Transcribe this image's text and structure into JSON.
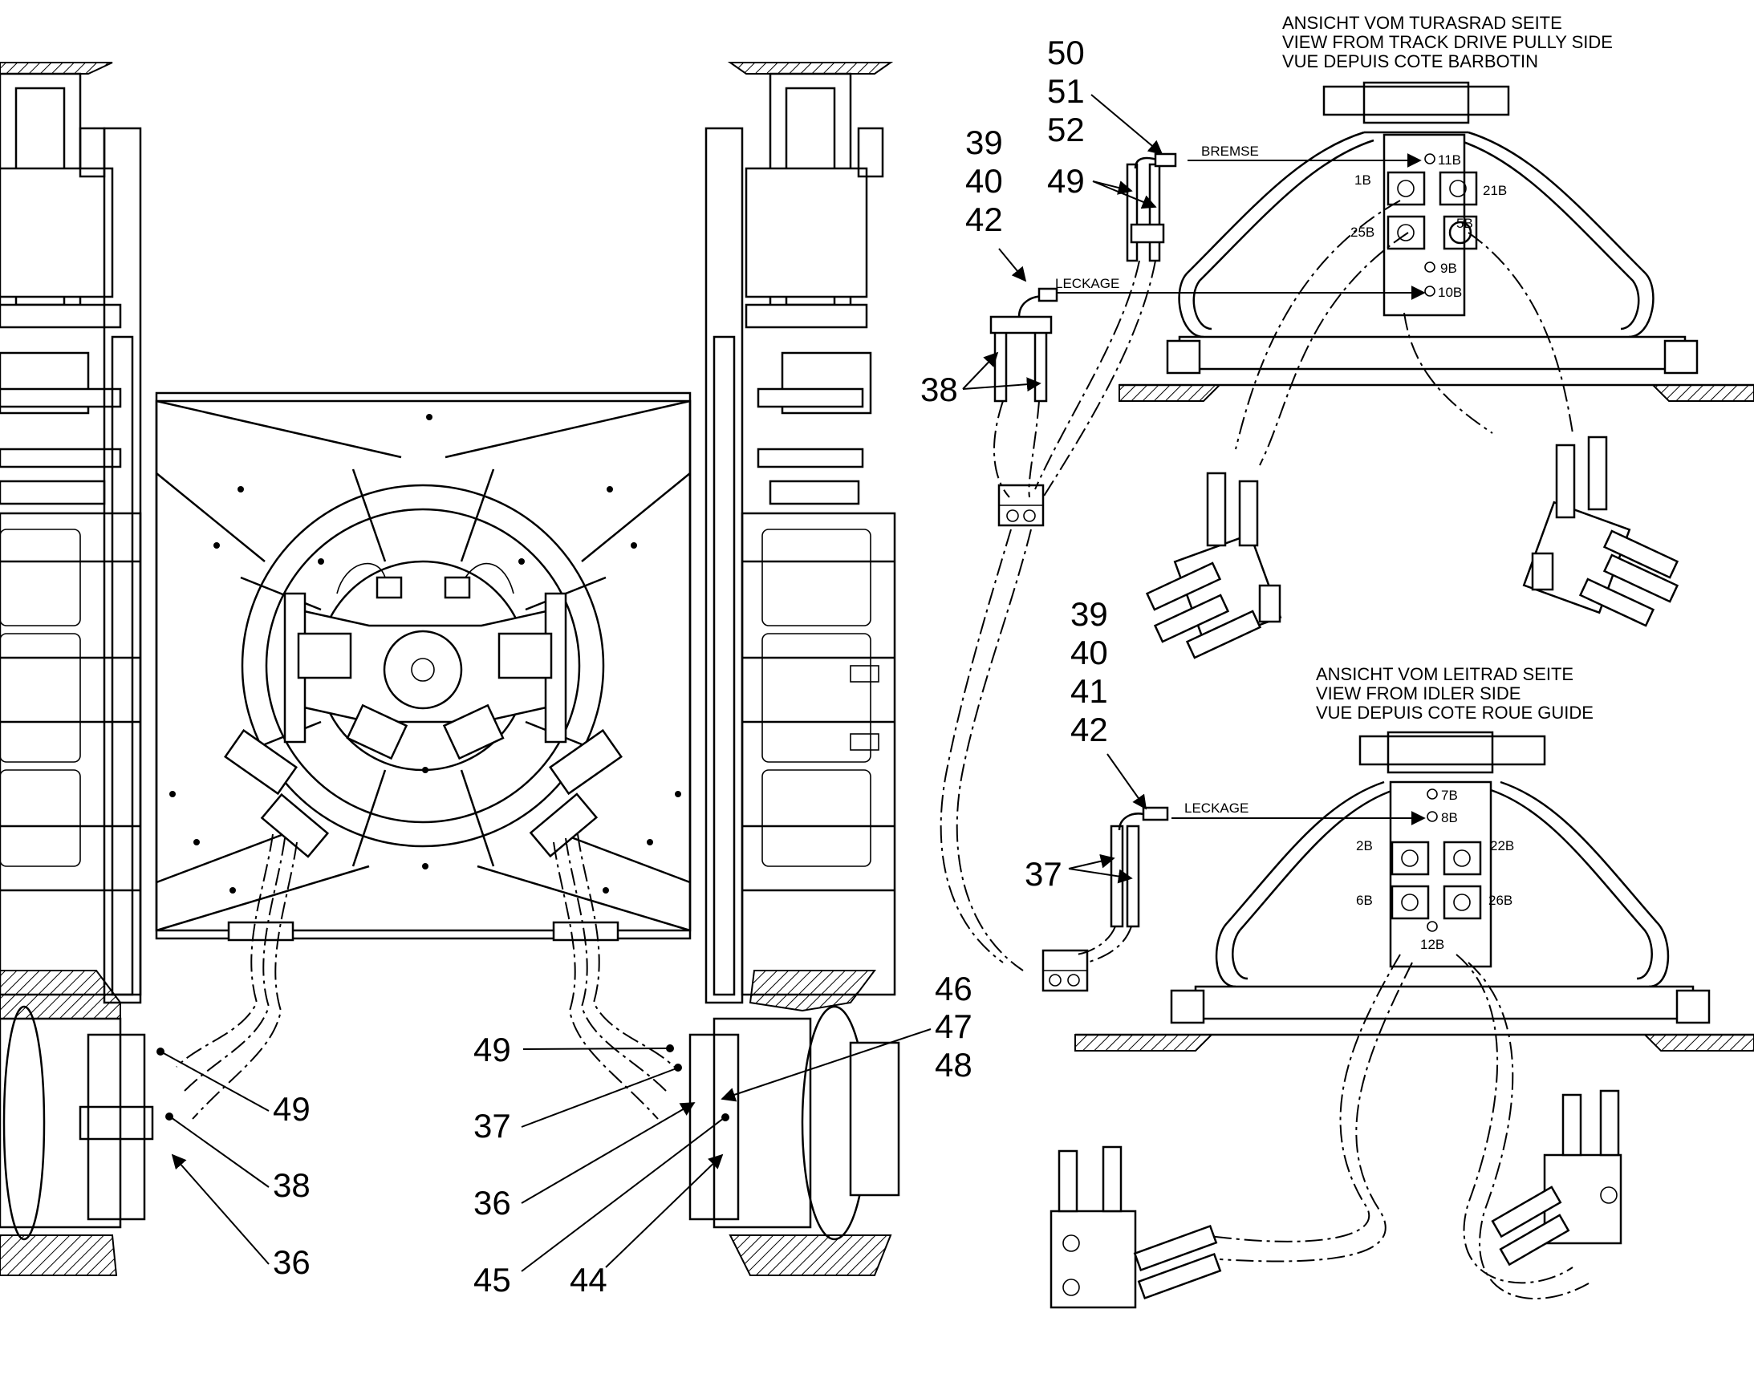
{
  "views": {
    "drive_side": {
      "line1": "ANSICHT VOM TURASRAD SEITE",
      "line2": "VIEW FROM TRACK DRIVE PULLY SIDE",
      "line3": "VUE DEPUIS COTE BARBOTIN"
    },
    "idler_side": {
      "line1": "ANSICHT VOM LEITRAD SEITE",
      "line2": "VIEW FROM IDLER SIDE",
      "line3": "VUE DEPUIS COTE ROUE GUIDE"
    }
  },
  "flow_labels": {
    "bremse": "BREMSE",
    "leckage_top": "LECKAGE",
    "leckage_bottom": "LECKAGE"
  },
  "ports_drive": [
    "11B",
    "1B",
    "21B",
    "25B",
    "5B",
    "9B",
    "10B"
  ],
  "ports_idler": [
    "7B",
    "8B",
    "2B",
    "22B",
    "6B",
    "26B",
    "12B"
  ],
  "callouts": {
    "c50": "50",
    "c51": "51",
    "c52": "52",
    "c39a": "39",
    "c40a": "40",
    "c42a": "42",
    "c49a": "49",
    "c38a": "38",
    "c39b": "39",
    "c40b": "40",
    "c41b": "41",
    "c42b": "42",
    "c37a": "37",
    "c46": "46",
    "c47": "47",
    "c48": "48",
    "c49b": "49",
    "c37b": "37",
    "c36a": "36",
    "c45": "45",
    "c44": "44",
    "c49c": "49",
    "c38b": "38",
    "c36b": "36"
  }
}
